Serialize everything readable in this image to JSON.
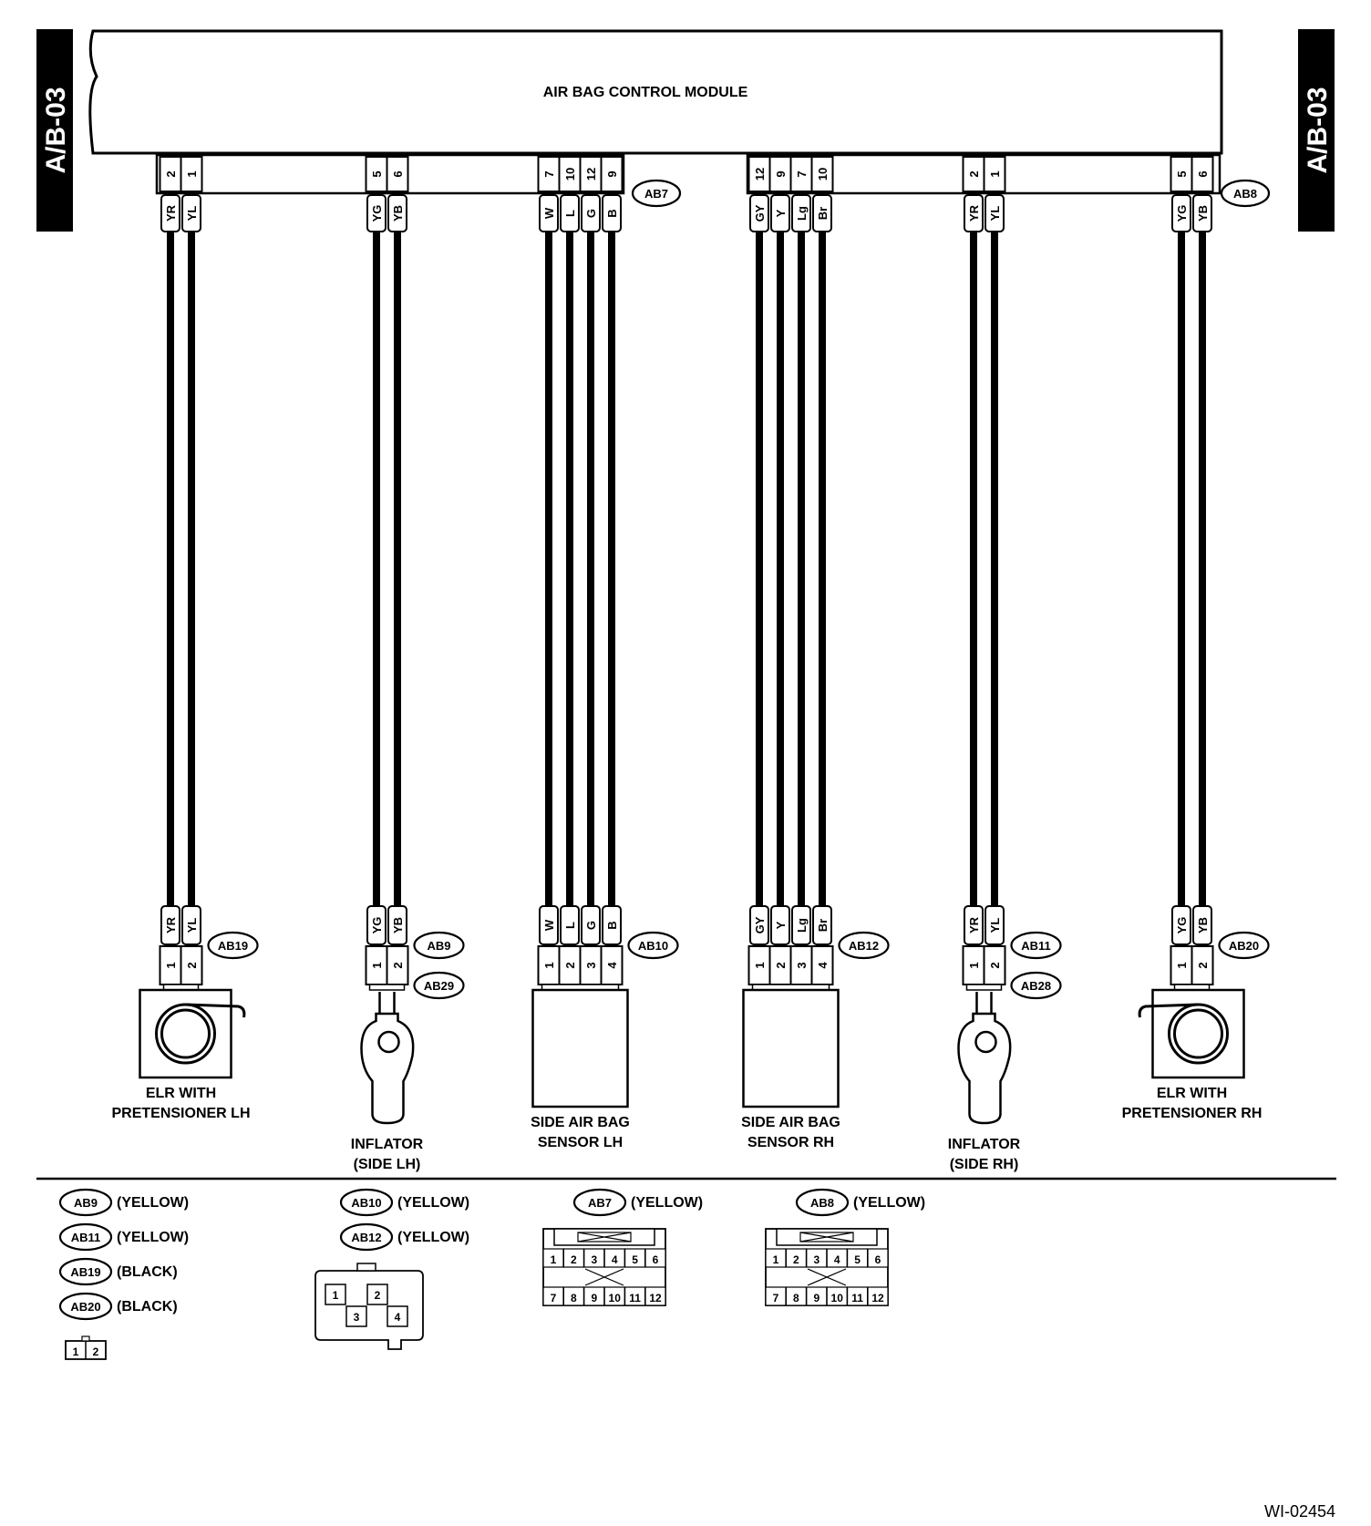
{
  "side_tab": "A/B-03",
  "module_title": "AIR BAG CONTROL MODULE",
  "figure_id": "WI-02454",
  "module_connectors": [
    {
      "id": "AB7",
      "groups": [
        {
          "pins": [
            "2",
            "1"
          ],
          "wires": [
            "YR",
            "YL"
          ]
        },
        {
          "pins": [
            "5",
            "6"
          ],
          "wires": [
            "YG",
            "YB"
          ]
        },
        {
          "pins": [
            "7",
            "10",
            "12",
            "9"
          ],
          "wires": [
            "W",
            "L",
            "G",
            "B"
          ]
        }
      ]
    },
    {
      "id": "AB8",
      "groups": [
        {
          "pins": [
            "12",
            "9",
            "7",
            "10"
          ],
          "wires": [
            "GY",
            "Y",
            "Lg",
            "Br"
          ]
        },
        {
          "pins": [
            "2",
            "1"
          ],
          "wires": [
            "YR",
            "YL"
          ]
        },
        {
          "pins": [
            "5",
            "6"
          ],
          "wires": [
            "YG",
            "YB"
          ]
        }
      ]
    }
  ],
  "devices": [
    {
      "name_lines": [
        "ELR WITH",
        "PRETENSIONER LH"
      ],
      "connectors": [
        "AB19"
      ],
      "wires": [
        "YR",
        "YL"
      ],
      "pins": [
        "1",
        "2"
      ],
      "shape": "elr-lh"
    },
    {
      "name_lines": [
        "INFLATOR",
        "(SIDE LH)"
      ],
      "connectors": [
        "AB9",
        "AB29"
      ],
      "wires": [
        "YG",
        "YB"
      ],
      "pins": [
        "1",
        "2"
      ],
      "shape": "inflator"
    },
    {
      "name_lines": [
        "SIDE AIR BAG",
        "SENSOR LH"
      ],
      "connectors": [
        "AB10"
      ],
      "wires": [
        "W",
        "L",
        "G",
        "B"
      ],
      "pins": [
        "1",
        "2",
        "3",
        "4"
      ],
      "shape": "sensor"
    },
    {
      "name_lines": [
        "SIDE AIR BAG",
        "SENSOR RH"
      ],
      "connectors": [
        "AB12"
      ],
      "wires": [
        "GY",
        "Y",
        "Lg",
        "Br"
      ],
      "pins": [
        "1",
        "2",
        "3",
        "4"
      ],
      "shape": "sensor"
    },
    {
      "name_lines": [
        "INFLATOR",
        "(SIDE RH)"
      ],
      "connectors": [
        "AB11",
        "AB28"
      ],
      "wires": [
        "YR",
        "YL"
      ],
      "pins": [
        "1",
        "2"
      ],
      "shape": "inflator"
    },
    {
      "name_lines": [
        "ELR WITH",
        "PRETENSIONER RH"
      ],
      "connectors": [
        "AB20"
      ],
      "wires": [
        "YG",
        "YB"
      ],
      "pins": [
        "1",
        "2"
      ],
      "shape": "elr-rh"
    }
  ],
  "legend": {
    "group1": {
      "items": [
        {
          "id": "AB9",
          "color": "(YELLOW)"
        },
        {
          "id": "AB11",
          "color": "(YELLOW)"
        },
        {
          "id": "AB19",
          "color": "(BLACK)"
        },
        {
          "id": "AB20",
          "color": "(BLACK)"
        }
      ],
      "face": [
        "1",
        "2"
      ]
    },
    "group2": {
      "items": [
        {
          "id": "AB10",
          "color": "(YELLOW)"
        },
        {
          "id": "AB12",
          "color": "(YELLOW)"
        }
      ],
      "face": [
        "1",
        "2",
        "3",
        "4"
      ]
    },
    "group3": {
      "items": [
        {
          "id": "AB7",
          "color": "(YELLOW)"
        }
      ],
      "face_top": [
        "1",
        "2",
        "3",
        "4",
        "5",
        "6"
      ],
      "face_bottom": [
        "7",
        "8",
        "9",
        "10",
        "11",
        "12"
      ]
    },
    "group4": {
      "items": [
        {
          "id": "AB8",
          "color": "(YELLOW)"
        }
      ],
      "face_top": [
        "1",
        "2",
        "3",
        "4",
        "5",
        "6"
      ],
      "face_bottom": [
        "7",
        "8",
        "9",
        "10",
        "11",
        "12"
      ]
    }
  }
}
